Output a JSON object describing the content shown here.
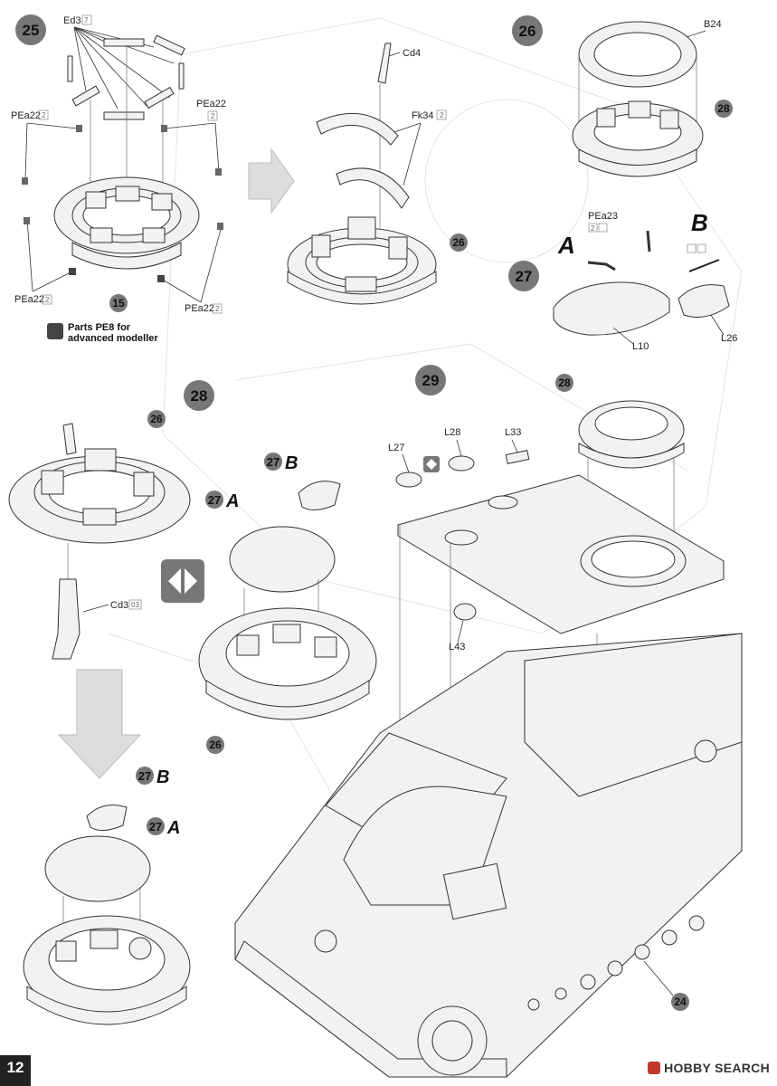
{
  "page": {
    "number": "12"
  },
  "watermark": {
    "text": "HOBBY SEARCH"
  },
  "steps": [
    {
      "id": "25",
      "label": "25"
    },
    {
      "id": "26",
      "label": "26"
    },
    {
      "id": "27",
      "label": "27"
    },
    {
      "id": "28",
      "label": "28"
    },
    {
      "id": "29",
      "label": "29"
    }
  ],
  "parts": {
    "ed3": {
      "code": "Ed3",
      "qty": "7"
    },
    "pea22": {
      "code": "PEa22",
      "qty": "2"
    },
    "cd4": {
      "code": "Cd4"
    },
    "fk34": {
      "code": "Fk34",
      "qty": "2"
    },
    "b24": {
      "code": "B24"
    },
    "pea23": {
      "code": "PEa23",
      "qty": "2"
    },
    "l10": {
      "code": "L10"
    },
    "l26": {
      "code": "L26"
    },
    "cd3": {
      "code": "Cd3",
      "qty": "03"
    },
    "l27": {
      "code": "L27"
    },
    "l28": {
      "code": "L28"
    },
    "l33": {
      "code": "L33"
    },
    "l43": {
      "code": "L43"
    }
  },
  "refs": {
    "r15": "15",
    "r26": "26",
    "r28": "28",
    "r24": "24",
    "r27": "27"
  },
  "variants": {
    "a": "A",
    "b": "B"
  },
  "notes": {
    "pe8_line1": "Parts PE8 for",
    "pe8_line2": "advanced modeller"
  },
  "colors": {
    "ink": "#333333",
    "part_fill": "#f2f2f2",
    "badge": "#666666"
  }
}
